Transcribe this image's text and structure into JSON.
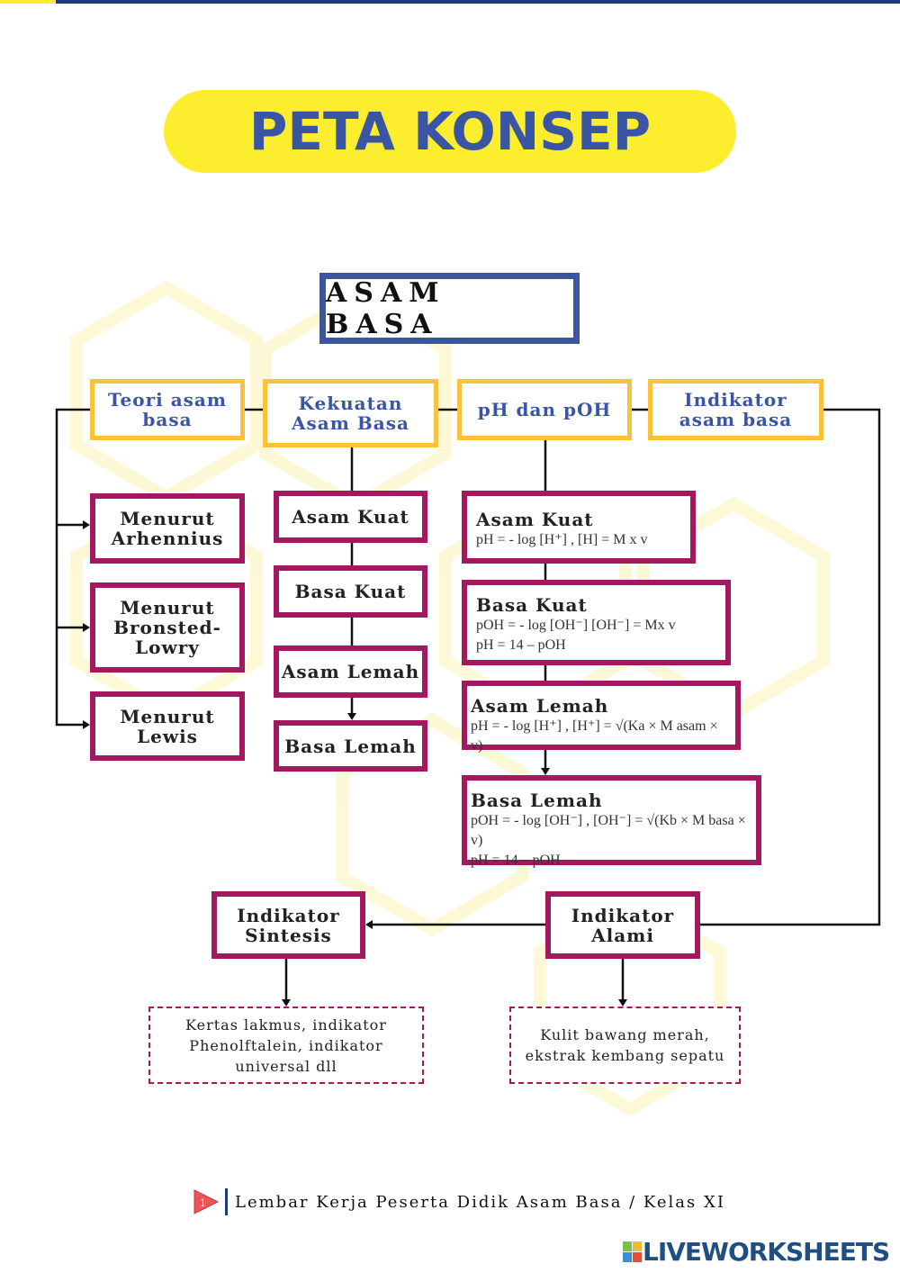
{
  "title": "PETA KONSEP",
  "root": "ASAM BASA",
  "categories": [
    {
      "label": "Teori asam basa"
    },
    {
      "label": "Kekuatan Asam Basa"
    },
    {
      "label": "pH dan pOH"
    },
    {
      "label": "Indikator asam basa"
    }
  ],
  "teori": [
    "Menurut Arhennius",
    "Menurut Bronsted-Lowry",
    "Menurut Lewis"
  ],
  "kekuatan": [
    "Asam Kuat",
    "Basa Kuat",
    "Asam Lemah",
    "Basa Lemah"
  ],
  "ph": [
    {
      "title": "Asam Kuat",
      "f1": "pH = - log [H⁺] , [H] = M x v"
    },
    {
      "title": "Basa Kuat",
      "f1": "pOH = - log [OH⁻]  [OH⁻] = Mx v",
      "f2": "pH = 14 – pOH"
    },
    {
      "title": "Asam Lemah",
      "f1": "pH = - log [H⁺] ,   [H⁺] = √(Ka × M asam × v)"
    },
    {
      "title": "Basa Lemah",
      "f1": "pOH = - log [OH⁻] ,   [OH⁻] = √(Kb × M basa × v)",
      "f2": "pH = 14 – pOH"
    }
  ],
  "indikator": {
    "sintesis": "Indikator Sintesis",
    "alami": "Indikator Alami",
    "sintesis_examples": "Kertas lakmus, indikator Phenolftalein, indikator universal dll",
    "alami_examples": "Kulit bawang merah, ekstrak kembang sepatu"
  },
  "footer": {
    "page": "1",
    "text": "Lembar Kerja Peserta Didik Asam Basa / Kelas XI"
  },
  "logo": "LIVEWORKSHEETS",
  "colors": {
    "blue": "#3a55a4",
    "yellow": "#fcee2e",
    "gold": "#f9c23c",
    "magenta": "#a3185f"
  }
}
